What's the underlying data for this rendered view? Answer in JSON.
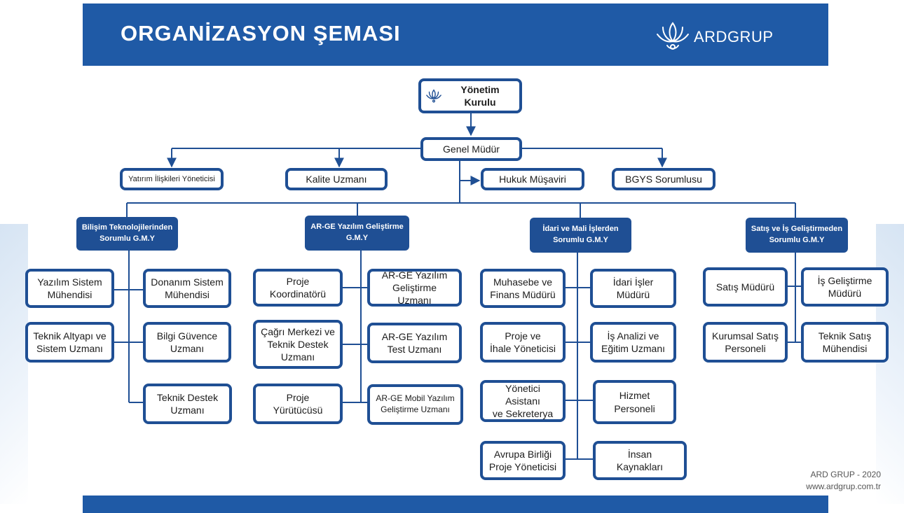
{
  "header": {
    "title": "ORGANİZASYON ŞEMASI",
    "logo_text": "ARDGRUP"
  },
  "colors": {
    "primary": "#1f5aa6",
    "box_border": "#1f4f94",
    "text": "#1c1c1c",
    "footer_text": "#555555"
  },
  "top": {
    "board": "Yönetim Kurulu",
    "gm": "Genel Müdür",
    "staff": [
      "Yatırım İlişkileri Yöneticisi",
      "Kalite Uzmanı",
      "Hukuk Müşaviri",
      "BGYS Sorumlusu"
    ]
  },
  "departments": [
    {
      "head": [
        "Bilişim Teknolojilerinden",
        "Sorumlu G.M.Y"
      ],
      "left": [
        [
          "Yazılım Sistem",
          "Mühendisi"
        ],
        [
          "Teknik Altyapı ve",
          "Sistem Uzmanı"
        ]
      ],
      "right": [
        [
          "Donanım Sistem",
          "Mühendisi"
        ],
        [
          "Bilgi Güvence",
          "Uzmanı"
        ],
        [
          "Teknik Destek",
          "Uzmanı"
        ]
      ]
    },
    {
      "head": [
        "AR-GE Yazılım Geliştirme",
        "G.M.Y"
      ],
      "left": [
        [
          "Proje",
          "Koordinatörü"
        ],
        [
          "Çağrı Merkezi ve",
          "Teknik Destek",
          "Uzmanı"
        ],
        [
          "Proje",
          "Yürütücüsü"
        ]
      ],
      "right": [
        [
          "AR-GE Yazılım",
          "Geliştirme Uzmanı"
        ],
        [
          "AR-GE Yazılım",
          "Test Uzmanı"
        ],
        [
          "AR-GE Mobil Yazılım",
          "Geliştirme Uzmanı"
        ]
      ]
    },
    {
      "head": [
        "İdari ve Mali İşlerden",
        "Sorumlu G.M.Y"
      ],
      "left": [
        [
          "Muhasebe ve",
          "Finans Müdürü"
        ],
        [
          "Proje ve",
          "İhale Yöneticisi"
        ],
        [
          "Yönetici Asistanı",
          "ve Sekreterya"
        ],
        [
          "Avrupa Birliği",
          "Proje Yöneticisi"
        ]
      ],
      "right": [
        [
          "İdari İşler",
          "Müdürü"
        ],
        [
          "İş Analizi ve",
          "Eğitim Uzmanı"
        ],
        [
          "Hizmet",
          "Personeli"
        ],
        [
          "İnsan",
          "Kaynakları"
        ]
      ]
    },
    {
      "head": [
        "Satış ve İş Geliştirmeden",
        "Sorumlu G.M.Y"
      ],
      "left": [
        [
          "Satış Müdürü"
        ],
        [
          "Kurumsal Satış",
          "Personeli"
        ]
      ],
      "right": [
        [
          "İş Geliştirme",
          "Müdürü"
        ],
        [
          "Teknik Satış",
          "Mühendisi"
        ]
      ]
    }
  ],
  "footer": {
    "line1": "ARD GRUP - 2020",
    "line2": "www.ardgrup.com.tr"
  }
}
